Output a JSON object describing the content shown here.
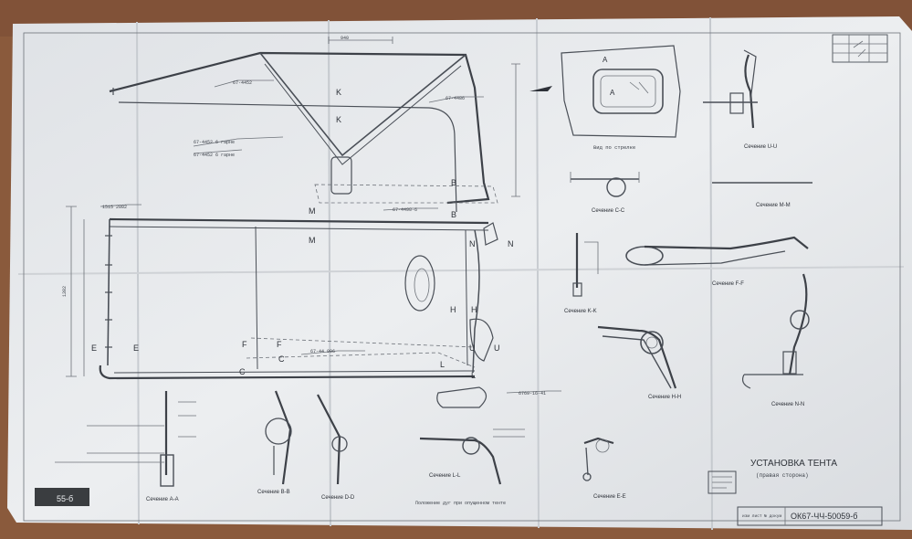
{
  "drawing": {
    "title": "УСТАНОВКА ТЕНТА",
    "subtitle": "(правая сторона)",
    "document_number": "ОК67-ЧЧ-50059-б",
    "stamp_number": "55-б"
  },
  "section_letters": {
    "K1": "K",
    "K2": "K",
    "B1": "B",
    "B2": "B",
    "M1": "M",
    "M2": "M",
    "N1": "N",
    "N2": "N",
    "H1": "H",
    "H2": "H",
    "U1": "U",
    "U2": "U",
    "E1": "E",
    "E2": "E",
    "F1": "F",
    "F2": "F",
    "C1": "C",
    "C2": "C",
    "L1": "L",
    "L2": "L",
    "A1": "A",
    "A2": "A"
  },
  "sections": {
    "A": "Сечение A-A",
    "B": "Сечение B-B",
    "D": "Сечение D-D",
    "L": "Сечение L-L",
    "E": "Сечение E-E",
    "C": "Сечение C-C",
    "K": "Сечение K-K",
    "H": "Сечение H-H",
    "U": "Сечение U-U",
    "M": "Сечение M-M",
    "F": "Сечение F-F",
    "N": "Сечение N-N"
  },
  "notes": {
    "view_top": "Вид по стрелке",
    "bottom_note": "Положение дуг при опущенном тенте"
  },
  "colors": {
    "paper": "#e8eaed",
    "table": "#8a5a3c",
    "ink": "#3d4148"
  }
}
